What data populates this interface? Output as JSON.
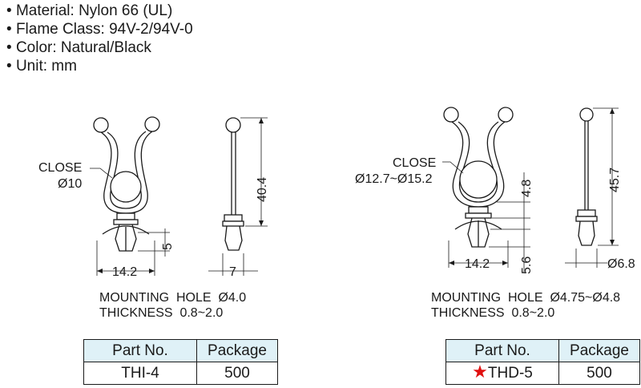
{
  "specs": [
    "Material: Nylon 66 (UL)",
    "Flame Class: 94V-2/94V-0",
    "Color: Natural/Black",
    "Unit: mm"
  ],
  "left": {
    "close_label": "CLOSE",
    "close_dia": "Ø10",
    "dim_height": "40.4",
    "dim_5": "5",
    "dim_width": "14.2",
    "dim_7": "7",
    "mount_line": "MOUNTING  HOLE  Ø4.0",
    "thick_line": "THICKNESS  0.8~2.0",
    "table": {
      "header_part": "Part No.",
      "header_pkg": "Package",
      "part": "THI-4",
      "package": "500"
    }
  },
  "right": {
    "close_label": "CLOSE",
    "close_dia": "Ø12.7~Ø15.2",
    "dim_height": "45.7",
    "dim_48": "4.8",
    "dim_width": "14.2",
    "dim_56": "5.6",
    "dim_68": "Ø6.8",
    "mount_line": "MOUNTING  HOLE  Ø4.75~Ø4.8",
    "thick_line": "THICKNESS  0.8~2.0",
    "table": {
      "header_part": "Part No.",
      "header_pkg": "Package",
      "part": "THD-5",
      "package": "500",
      "marker": "★"
    }
  }
}
